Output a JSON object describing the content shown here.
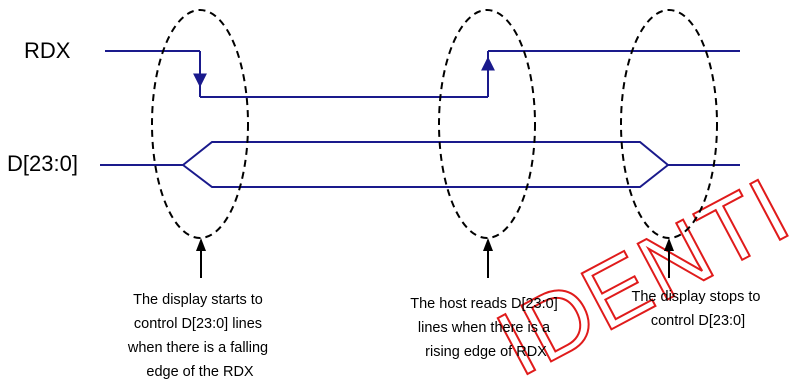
{
  "signals": {
    "rdx": "RDX",
    "data": "D[23:0]"
  },
  "annotations": {
    "falling": [
      "The display starts to",
      "control D[23:0] lines",
      "when there is a falling",
      "edge of the RDX"
    ],
    "rising": [
      "The host reads D[23:0]",
      "lines when there is a",
      "rising edge of RDX"
    ],
    "stop": [
      "The display stops to",
      "control D[23:0]"
    ]
  },
  "watermark": "IDENTI",
  "colors": {
    "signal": "#1a1a8c",
    "outline": "#000000",
    "watermark": "#e01b1b"
  }
}
